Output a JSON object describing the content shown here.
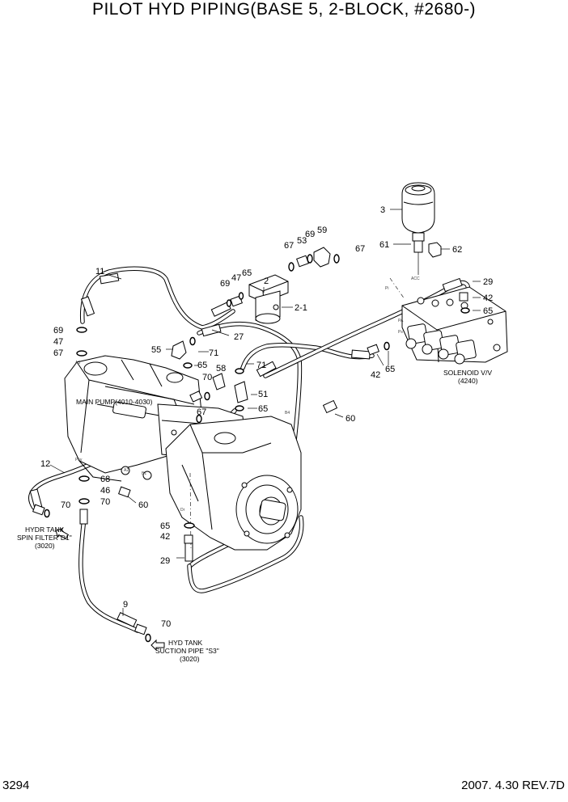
{
  "page": {
    "title": "PILOT HYD PIPING(BASE 5, 2-BLOCK, #2680-)",
    "page_number": "3294",
    "revision": "2007. 4.30  REV.7D"
  },
  "captions": {
    "main_pump": "MAIN PUMP(4010-4030)",
    "solenoid_line1": "SOLENOID V/V",
    "solenoid_line2": "(4240)",
    "hydr_tank_line1": "HYDR TANK",
    "hydr_tank_line2": "SPIN FILTER\"D1\"",
    "hydr_tank_line3": "(3020)",
    "suction_line1": "HYD TANK",
    "suction_line2": "SUCTION PIPE \"S3\"",
    "suction_line3": "(3020)"
  },
  "callouts": {
    "p3": "3",
    "p61": "61",
    "p62": "62",
    "p67a": "67",
    "p53": "53",
    "p69a": "69",
    "p59": "59",
    "p67b": "67",
    "p2": "2",
    "p2_1": "2-1",
    "p69b": "69",
    "p47a": "47",
    "p65a": "65",
    "p11": "11",
    "p29a": "29",
    "p42a": "42",
    "p65b": "65",
    "p69c": "69",
    "p47b": "47",
    "p67c": "67",
    "p27": "27",
    "p55": "55",
    "p71a": "71",
    "p65c": "65",
    "p70a": "70",
    "p58": "58",
    "p71b": "71",
    "p51": "51",
    "p42b": "42",
    "p65d": "65",
    "p65e": "65",
    "p67d": "67",
    "p60a": "60",
    "p12": "12",
    "p68": "68",
    "p46": "46",
    "p70b": "70",
    "p60b": "60",
    "p70c": "70",
    "p65f": "65",
    "p42c": "42",
    "p29b": "29",
    "p9": "9",
    "p70d": "70"
  },
  "port_marks": {
    "pi": "Pi",
    "acc": "ACC",
    "pa": "PA",
    "ps": "Ps",
    "a3": "A3",
    "a2": "A2",
    "b1": "B1",
    "b4": "B4",
    "psv": "Psv",
    "drain": "Dr"
  }
}
